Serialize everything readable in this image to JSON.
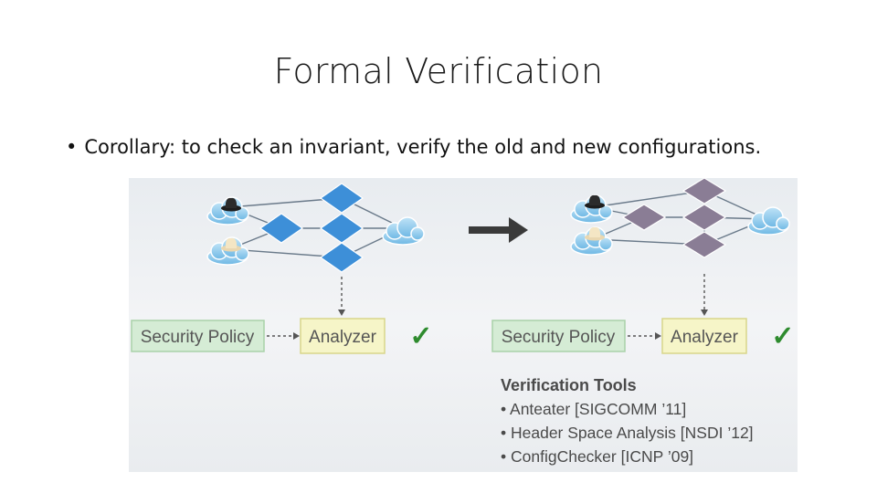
{
  "slide": {
    "title": "Formal Verification",
    "bullet": "Corollary: to check an invariant, verify the old and new configurations."
  },
  "figure": {
    "left_panel": {
      "policy_label": "Security Policy",
      "analyzer_label": "Analyzer",
      "result_mark": "✓"
    },
    "right_panel": {
      "policy_label": "Security Policy",
      "analyzer_label": "Analyzer",
      "result_mark": "✓"
    },
    "tools": {
      "heading": "Verification Tools",
      "items": [
        "• Anteater [SIGCOMM ’11]",
        "• Header Space Analysis [NSDI ’12]",
        "• ConfigChecker [ICNP ’09]"
      ]
    },
    "colors": {
      "background": "#eef1f4",
      "switch_old": "#3d8fd8",
      "switch_new": "#8a7d95",
      "policy_box": "#d5ecd5",
      "analyzer_box": "#f6f5c8",
      "check": "#2e8b2e",
      "arrow": "#3a3a3a"
    }
  }
}
